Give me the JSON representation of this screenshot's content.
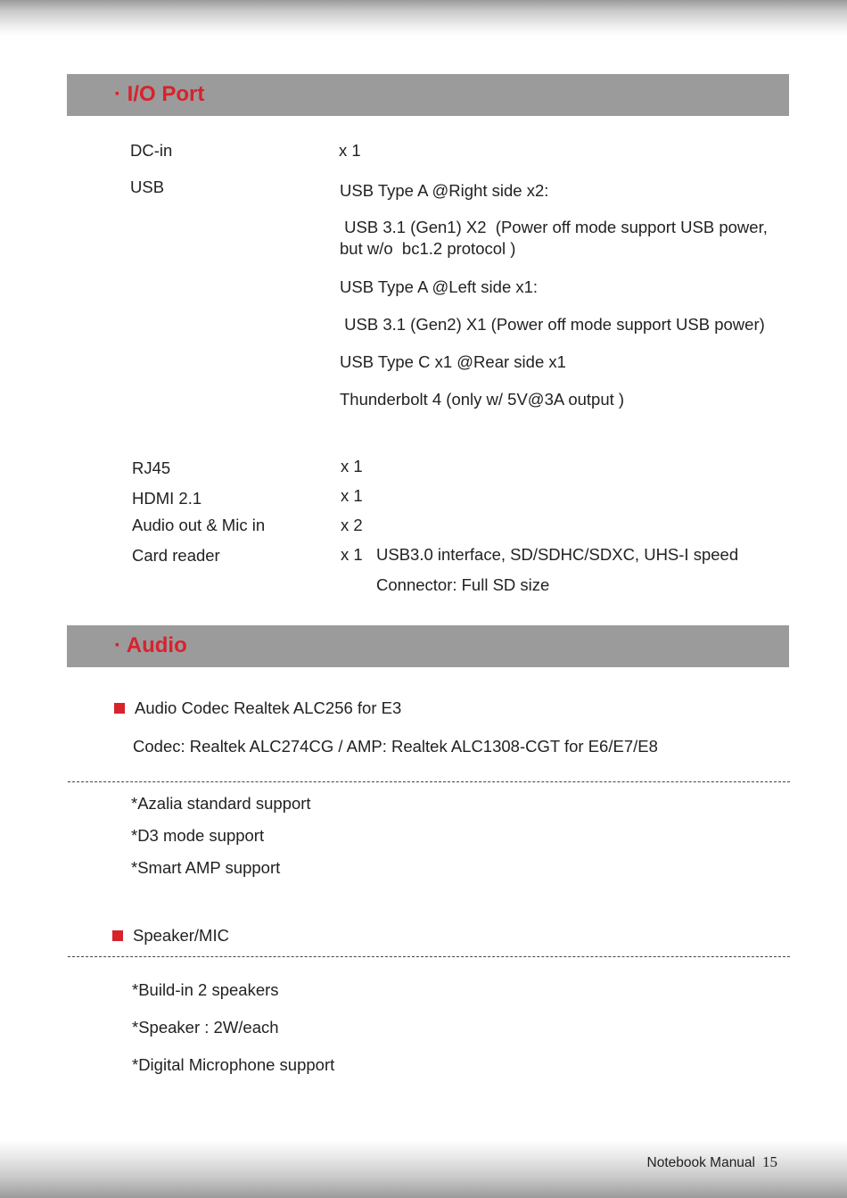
{
  "io_port": {
    "title": "· I/O Port",
    "dc_in": {
      "label": "DC-in",
      "value": "x 1"
    },
    "usb": {
      "label": "USB",
      "lines": [
        "USB Type A @Right side x2:",
        " USB 3.1 (Gen1) X2  (Power off mode support USB power, but w/o  bc1.2 protocol )",
        "USB Type A @Left side x1:",
        " USB 3.1 (Gen2) X1 (Power off mode support USB power)",
        "USB Type C x1 @Rear side x1",
        "Thunderbolt 4 (only w/ 5V@3A output )"
      ]
    },
    "rj45": {
      "label": "RJ45",
      "value": "x 1"
    },
    "hdmi": {
      "label": "HDMI 2.1",
      "value": "x 1"
    },
    "audio_out": {
      "label": "Audio out & Mic in",
      "value": "x 2"
    },
    "card_reader": {
      "label": "Card reader",
      "value": "x 1",
      "detail1": "USB3.0 interface, SD/SDHC/SDXC, UHS-I speed",
      "detail2": "Connector: Full SD size"
    }
  },
  "audio": {
    "title": "· Audio",
    "codec_heading": "Audio Codec Realtek ALC256 for E3",
    "codec_line": "Codec: Realtek ALC274CG / AMP: Realtek ALC1308-CGT for E6/E7/E8",
    "features": [
      "*Azalia standard support",
      "*D3 mode support",
      "*Smart AMP support"
    ],
    "speaker_heading": "Speaker/MIC",
    "speaker_features": [
      "*Build-in 2 speakers",
      "*Speaker : 2W/each",
      "*Digital Microphone support"
    ]
  },
  "footer": {
    "label": "Notebook Manual",
    "page": "15"
  }
}
